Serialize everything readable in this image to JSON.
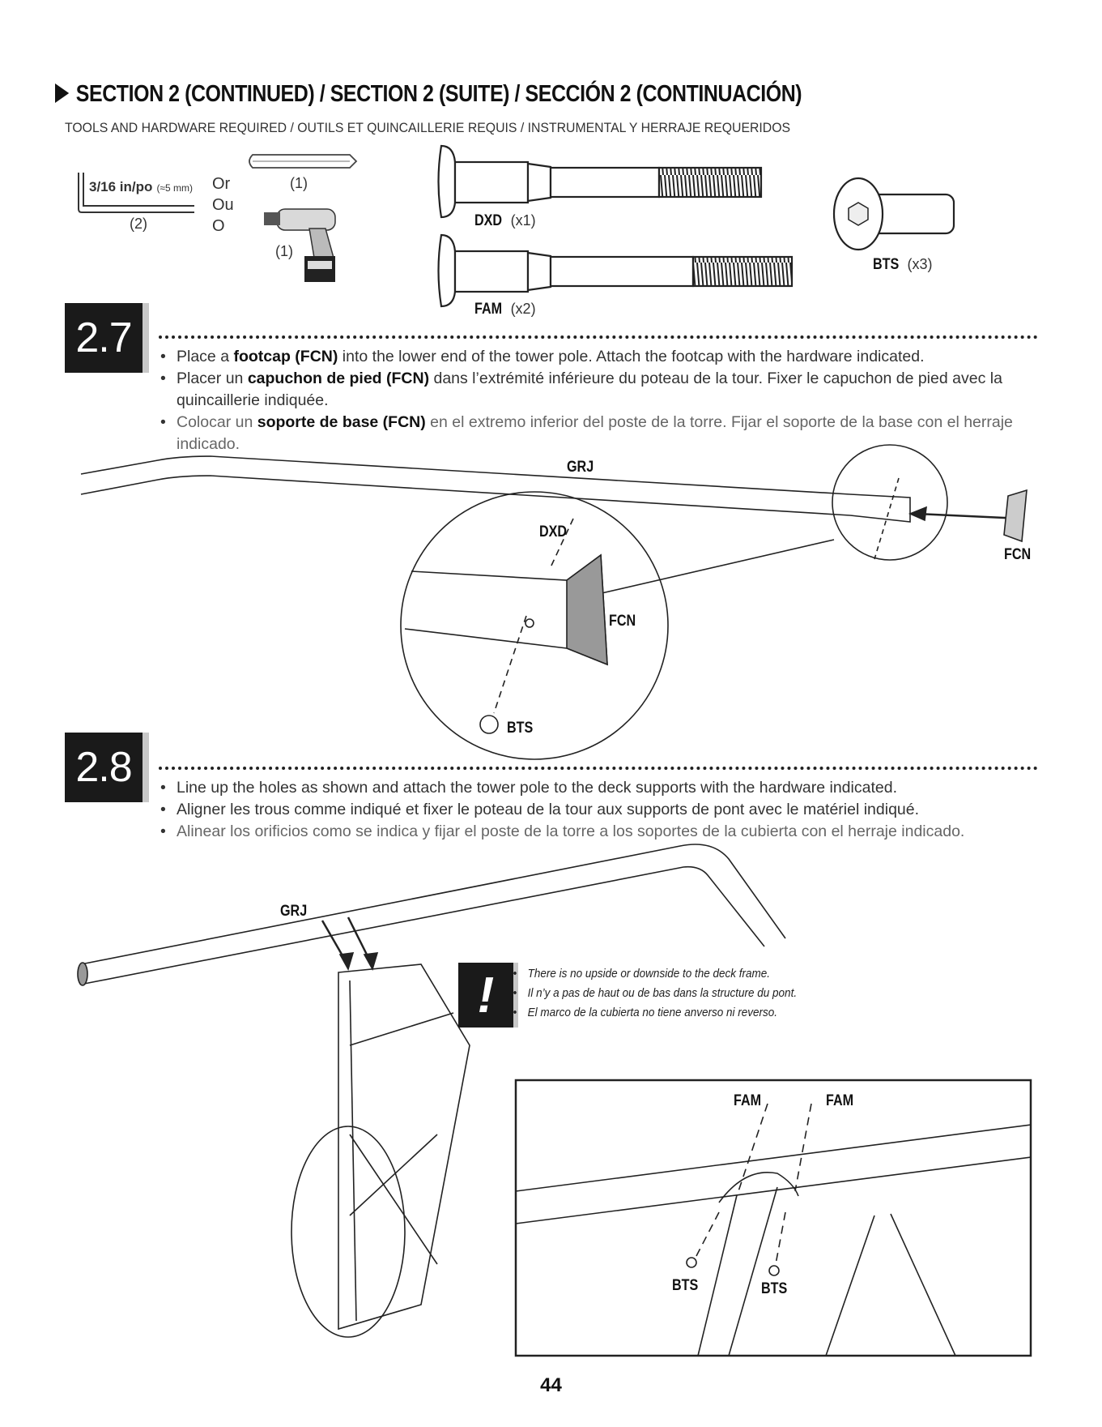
{
  "header": {
    "title": "SECTION 2 (CONTINUED) / SECTION 2 (SUITE) / SECCIÓN 2 (CONTINUACIÓN)",
    "subtitle": "TOOLS AND HARDWARE REQUIRED / OUTILS ET QUINCAILLERIE REQUIS / INSTRUMENTAL Y HERRAJE REQUERIDOS"
  },
  "tools": {
    "allen_key_size": "3/16 in/po",
    "allen_key_metric": "(≈5 mm)",
    "allen_key_qty": "(2)",
    "or_en": "Or",
    "or_fr": "Ou",
    "or_es": "O",
    "bit_qty": "(1)",
    "drill_qty": "(1)"
  },
  "hardware": {
    "dxd_label": "DXD",
    "dxd_qty": "(x1)",
    "fam_label": "FAM",
    "fam_qty": "(x2)",
    "bts_label": "BTS",
    "bts_qty": "(x3)"
  },
  "step_2_7": {
    "number": "2.7",
    "en_pre": "Place a ",
    "en_term": "footcap (FCN)",
    "en_post": " into the lower end of the tower pole. Attach the footcap with the hardware indicated.",
    "fr_pre": "Placer un ",
    "fr_term": "capuchon de pied (FCN)",
    "fr_post": " dans l’extrémité inférieure du poteau de la tour. Fixer le capuchon de pied avec la quincaillerie indiquée.",
    "es_pre": "Colocar un ",
    "es_term": "soporte de base (FCN)",
    "es_post": " en el extremo inferior del poste de la torre. Fijar el soporte de la base con el herraje indicado.",
    "labels": {
      "grj": "GRJ",
      "dxd": "DXD",
      "fcn_detail": "FCN",
      "fcn_outer": "FCN",
      "bts": "BTS"
    }
  },
  "step_2_8": {
    "number": "2.8",
    "en": "Line up the holes as shown and attach the tower pole to the deck supports with the hardware indicated.",
    "fr": "Aligner les trous comme indiqué et fixer le poteau de la tour aux supports de pont avec le matériel indiqué.",
    "es": "Alinear los orificios como se indica y fijar el poste de la torre a los soportes de la cubierta con el herraje indicado.",
    "labels": {
      "grj": "GRJ",
      "fam_left": "FAM",
      "fam_right": "FAM",
      "bts_left": "BTS",
      "bts_right": "BTS"
    }
  },
  "note": {
    "symbol": "!",
    "en": "There is no upside or downside to the deck frame.",
    "fr": "Il n’y a pas de haut ou de bas dans la structure du pont.",
    "es": "El marco de la cubierta no tiene anverso ni reverso."
  },
  "page_number": "44"
}
